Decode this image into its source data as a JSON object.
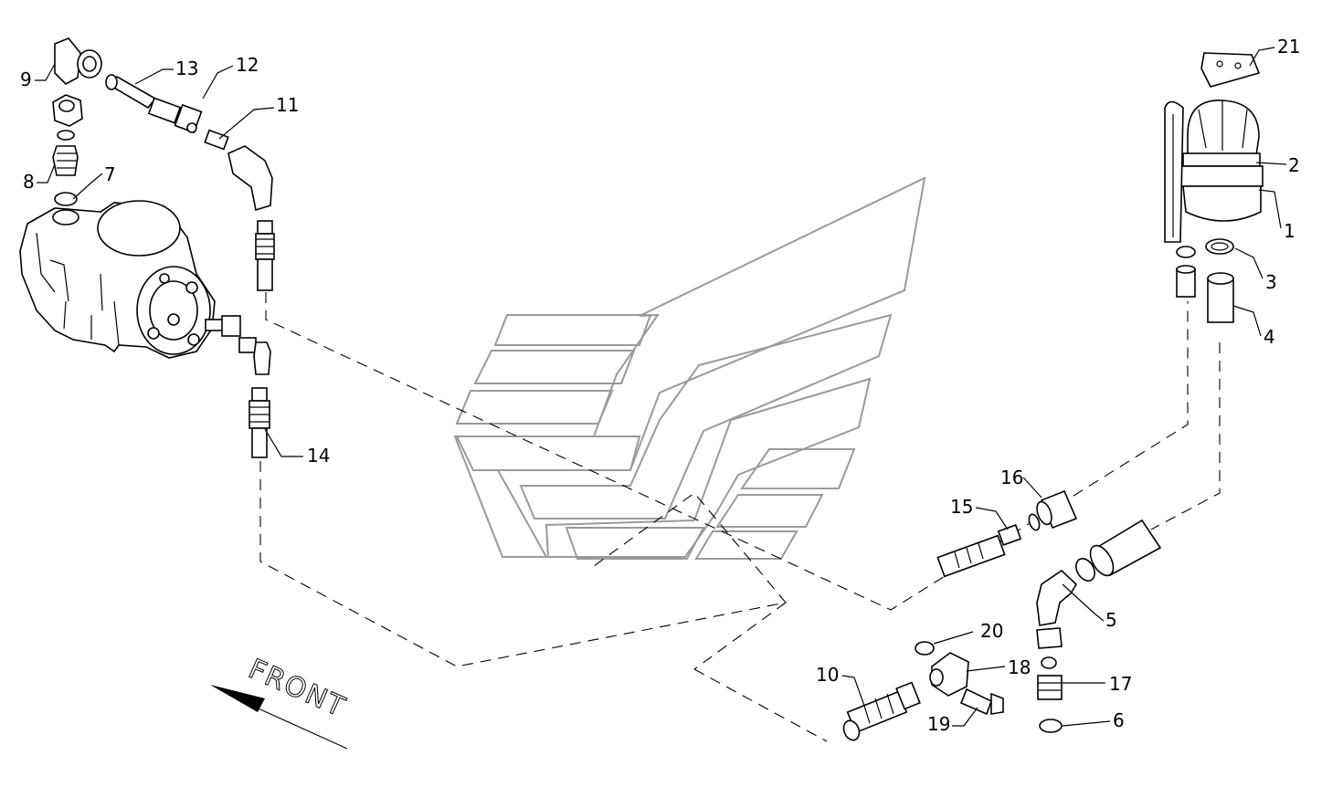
{
  "diagram": {
    "front_label": "FRONT",
    "callouts": [
      {
        "id": "c1",
        "text": "1"
      },
      {
        "id": "c2",
        "text": "2"
      },
      {
        "id": "c3",
        "text": "3"
      },
      {
        "id": "c4",
        "text": "4"
      },
      {
        "id": "c5",
        "text": "5"
      },
      {
        "id": "c6",
        "text": "6"
      },
      {
        "id": "c7",
        "text": "7"
      },
      {
        "id": "c8",
        "text": "8"
      },
      {
        "id": "c9",
        "text": "9"
      },
      {
        "id": "c10",
        "text": "10"
      },
      {
        "id": "c11",
        "text": "11"
      },
      {
        "id": "c12",
        "text": "12"
      },
      {
        "id": "c13",
        "text": "13"
      },
      {
        "id": "c14",
        "text": "14"
      },
      {
        "id": "c15",
        "text": "15"
      },
      {
        "id": "c16",
        "text": "16"
      },
      {
        "id": "c17",
        "text": "17"
      },
      {
        "id": "c18",
        "text": "18"
      },
      {
        "id": "c19",
        "text": "19"
      },
      {
        "id": "c20",
        "text": "20"
      },
      {
        "id": "c21",
        "text": "21"
      }
    ],
    "colors": {
      "line": "#000000",
      "watermark": "#9a9a9a",
      "background": "#ffffff"
    }
  }
}
